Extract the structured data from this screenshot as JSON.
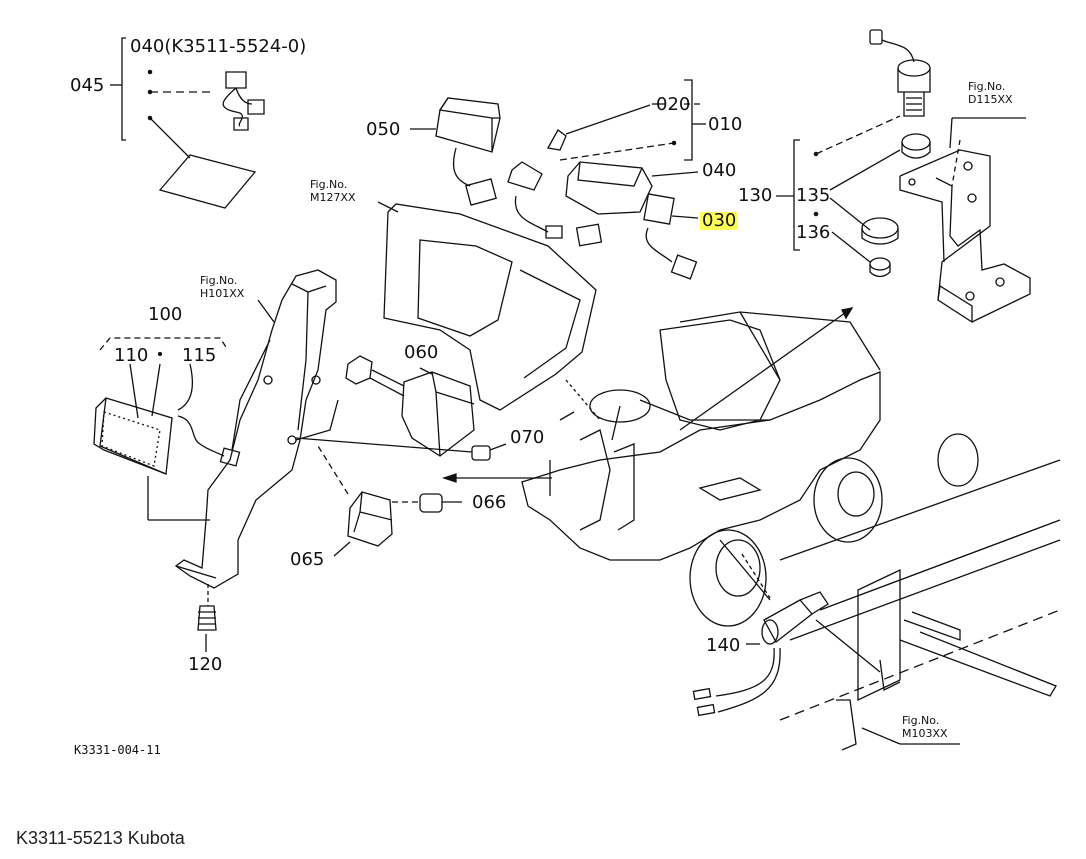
{
  "labels": {
    "p040k": "040(K3511-5524-0)",
    "p045": "045",
    "p050": "050",
    "p020": "020",
    "p010": "010",
    "p040": "040",
    "p030": "030",
    "p130": "130",
    "p135": "135",
    "p136": "136",
    "p100": "100",
    "p110": "110",
    "p115": "115",
    "p060": "060",
    "p070": "070",
    "p066": "066",
    "p065": "065",
    "p120": "120",
    "p140": "140"
  },
  "figrefs": {
    "m127_a": "Fig.No.",
    "m127_b": "M127XX",
    "h101_a": "Fig.No.",
    "h101_b": "H101XX",
    "d115_a": "Fig.No.",
    "d115_b": "D115XX",
    "m103_a": "Fig.No.",
    "m103_b": "M103XX"
  },
  "drawing_code": "K3331-004-11",
  "caption": "K3311-55213 Kubota",
  "highlight_color": "#ffff55"
}
